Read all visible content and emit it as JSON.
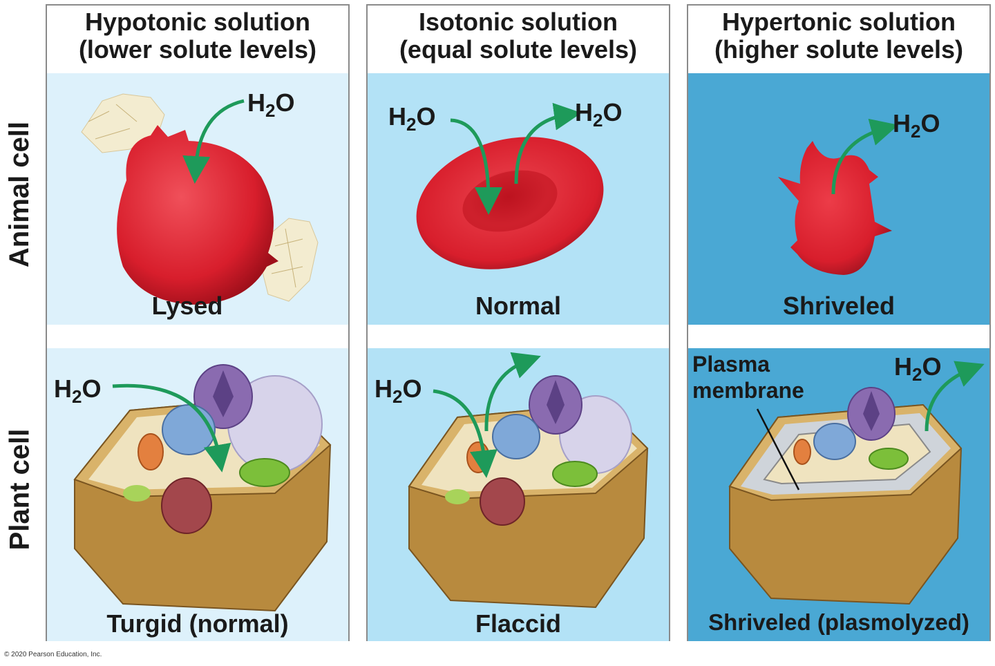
{
  "row_labels": {
    "animal": "Animal cell",
    "plant": "Plant cell"
  },
  "water_formula": {
    "h": "H",
    "sub": "2",
    "o": "O"
  },
  "columns": [
    {
      "title_line1": "Hypotonic solution",
      "title_line2": "(lower solute levels)",
      "animal_label": "Lysed",
      "plant_label": "Turgid (normal)",
      "background": "#ddf1fb"
    },
    {
      "title_line1": "Isotonic solution",
      "title_line2": "(equal solute levels)",
      "animal_label": "Normal",
      "plant_label": "Flaccid",
      "background": "#b3e2f6"
    },
    {
      "title_line1": "Hypertonic solution",
      "title_line2": "(higher solute levels)",
      "animal_label": "Shriveled",
      "plant_label": "Shriveled (plasmolyzed)",
      "background": "#4aa8d4",
      "plasma_membrane_line1": "Plasma",
      "plasma_membrane_line2": "membrane"
    }
  ],
  "colors": {
    "arrow": "#1e9a5a",
    "cell_red": "#d81e2c",
    "cell_wall": "#b88a3e"
  },
  "credit": "© 2020 Pearson Education, Inc."
}
